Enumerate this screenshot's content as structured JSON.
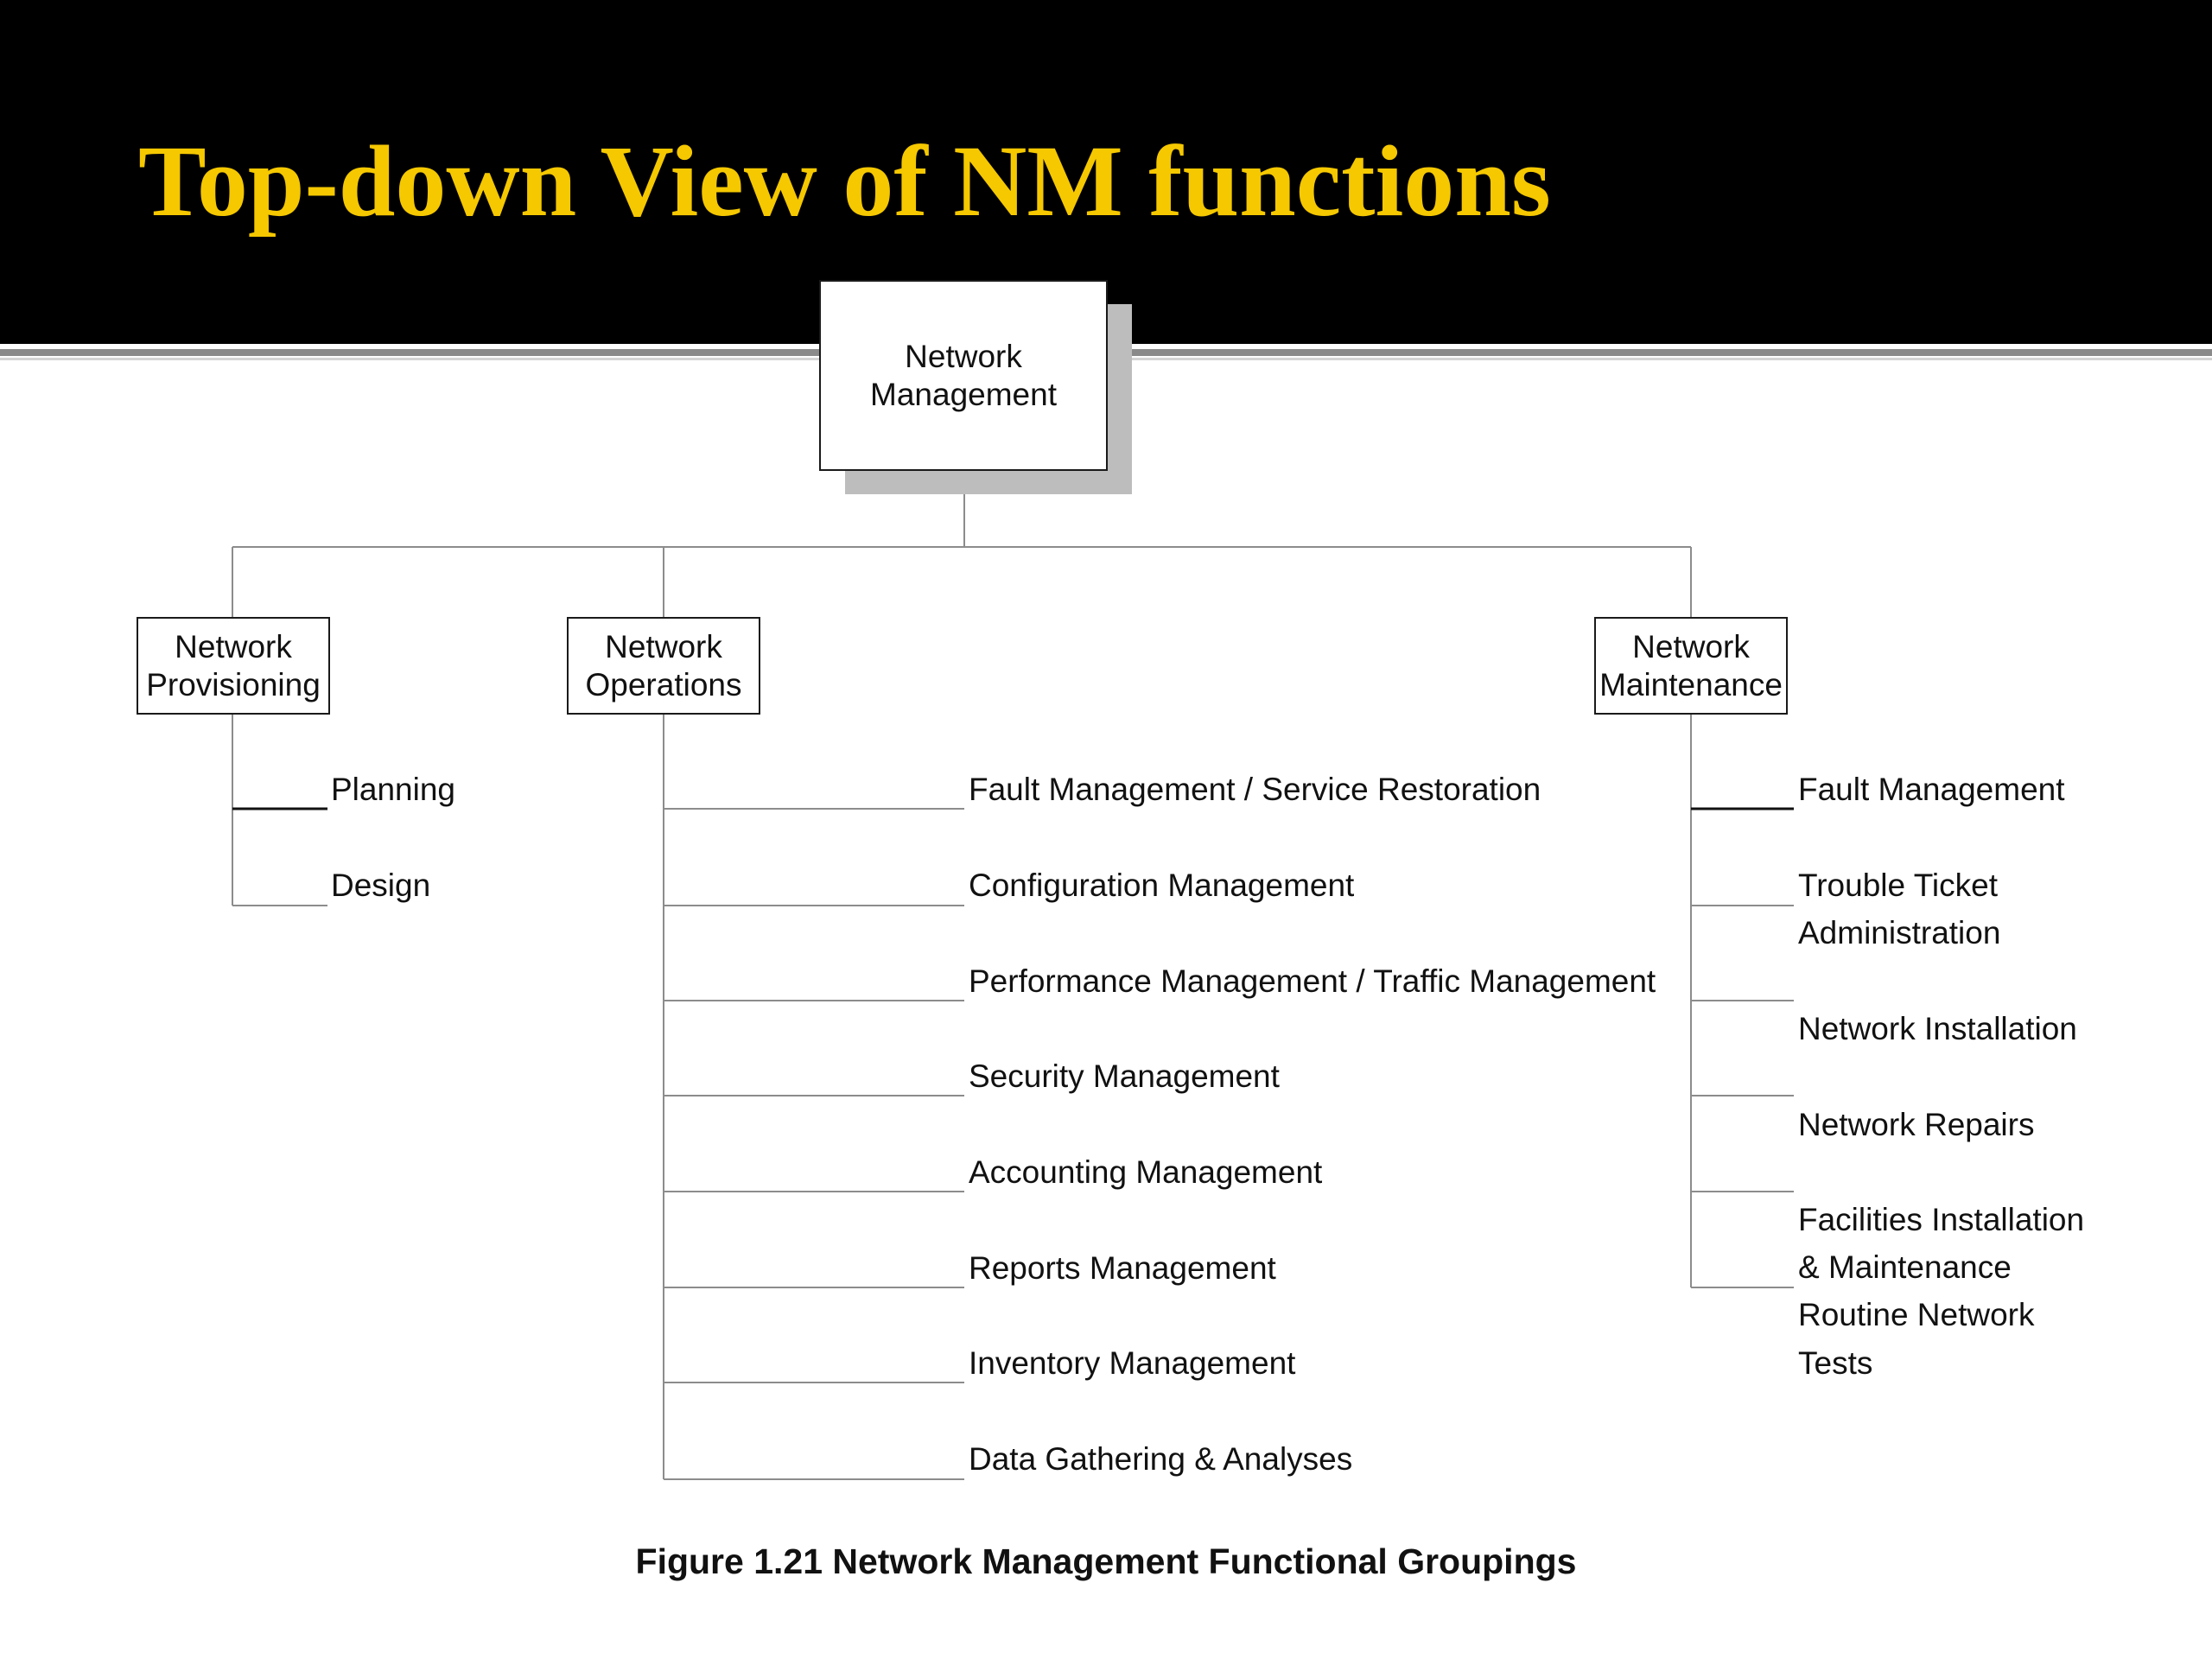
{
  "slide": {
    "title": "Top-down View of NM functions",
    "title_color": "#F5C800",
    "header_background": "#000000"
  },
  "diagram": {
    "root": {
      "line1": "Network",
      "line2": "Management"
    },
    "branches": {
      "provisioning": {
        "line1": "Network",
        "line2": "Provisioning",
        "functions": [
          "Planning",
          "Design"
        ]
      },
      "operations": {
        "line1": "Network",
        "line2": "Operations",
        "functions": [
          "Fault Management / Service Restoration",
          "Configuration Management",
          "Performance Management / Traffic Management",
          "Security Management",
          "Accounting Management",
          "Reports Management",
          "Inventory Management",
          "Data Gathering & Analyses"
        ]
      },
      "maintenance": {
        "line1": "Network",
        "line2": "Maintenance",
        "functions": [
          "Fault Management",
          "Trouble Ticket",
          "Administration",
          "Network Installation",
          "Network Repairs",
          "Facilities Installation",
          "& Maintenance",
          "Routine  Network",
          "Tests"
        ]
      }
    },
    "caption": "Figure 1.21 Network Management Functional Groupings"
  }
}
